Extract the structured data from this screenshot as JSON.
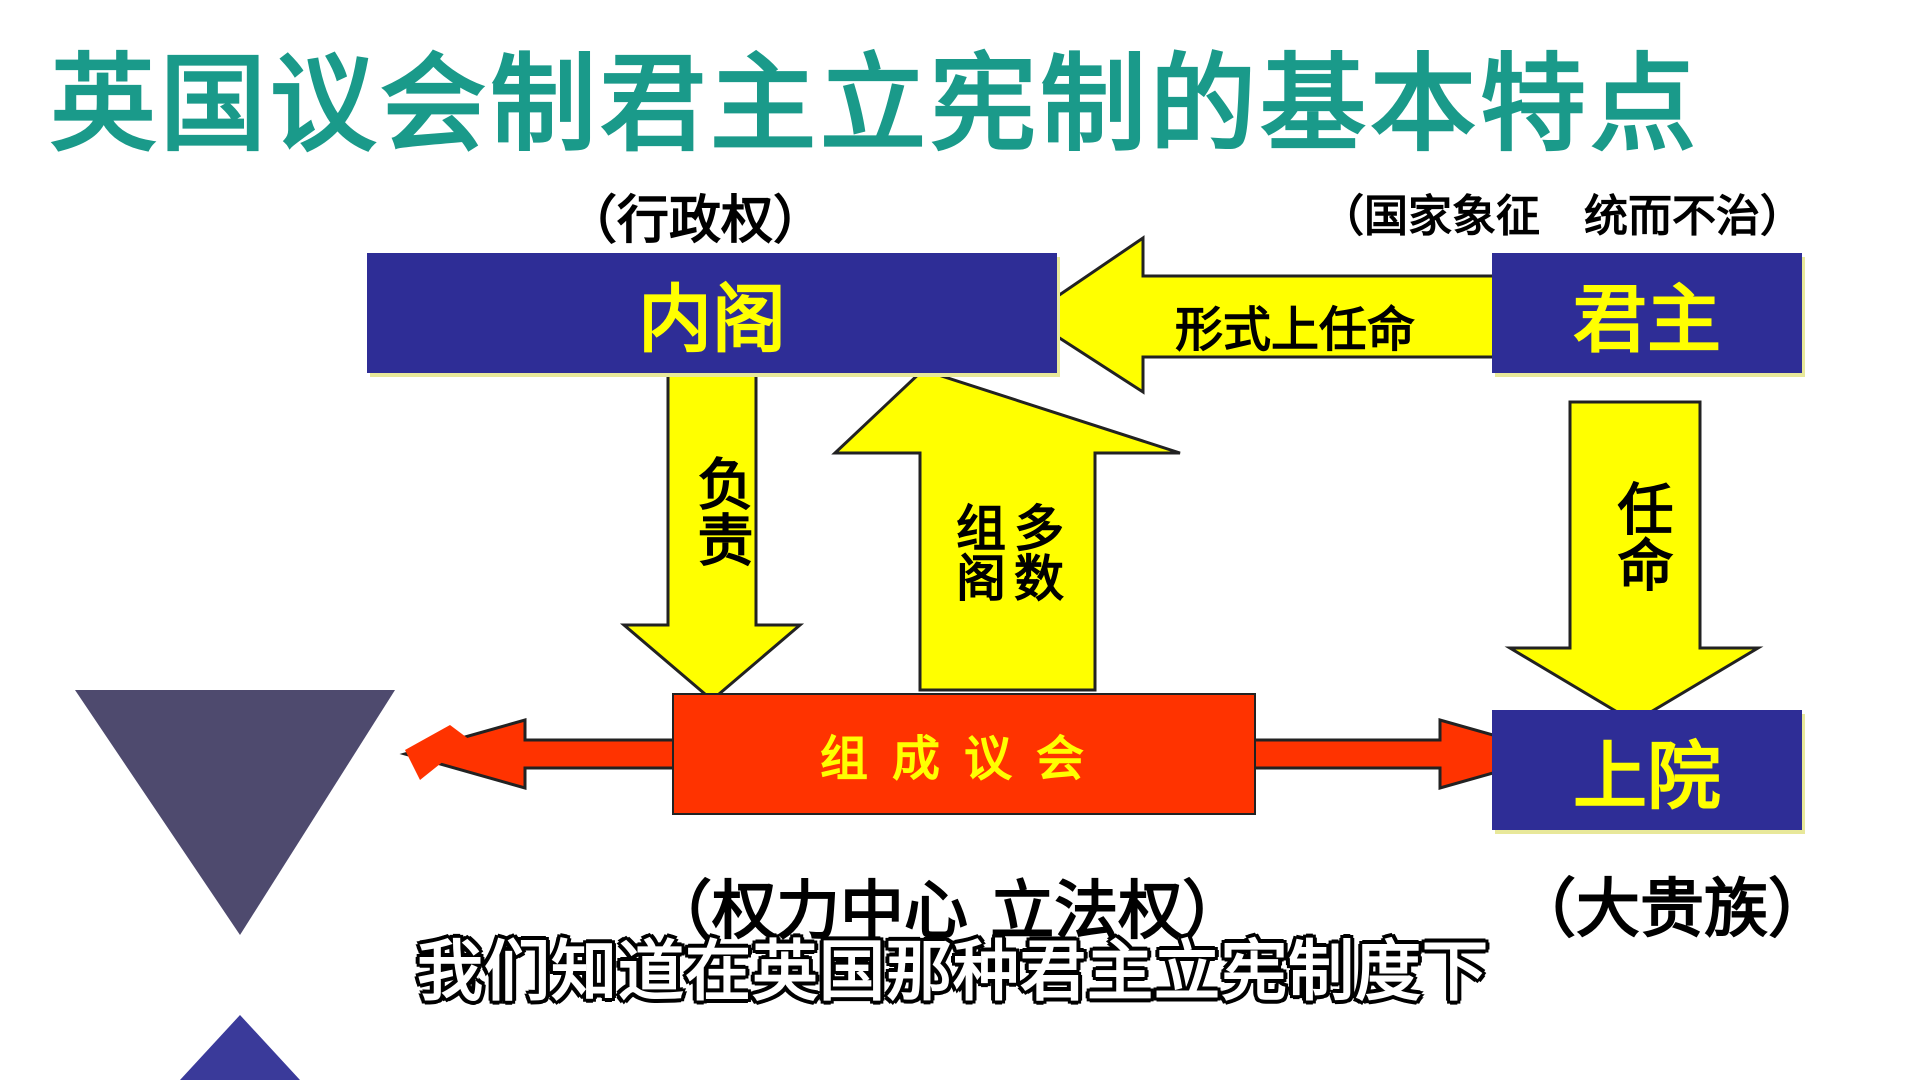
{
  "title": "英国议会制君主立宪制的基本特点",
  "cabinet": {
    "label": "内阁",
    "note": "（行政权）"
  },
  "monarch": {
    "label": "君主",
    "note": "（国家象征　统而不治）"
  },
  "parliament": {
    "label": "组成议会",
    "note": "（权力中心  立法权）"
  },
  "upper_house": {
    "label": "上院",
    "note": "（大贵族）"
  },
  "arrows": {
    "formal_appointment": "形式上任命",
    "responsible": "负责",
    "majority_cabinet": "多数组阁",
    "appoint": "任命"
  },
  "subtitle": "我们知道在英国那种君主立宪制度下",
  "colors": {
    "title": "#1a9a8a",
    "box": "#2e2d96",
    "box_text": "#ffff00",
    "arrow_yellow": "#ffff00",
    "parliament_red": "#ff3300",
    "decor": "#4e4a6e"
  }
}
